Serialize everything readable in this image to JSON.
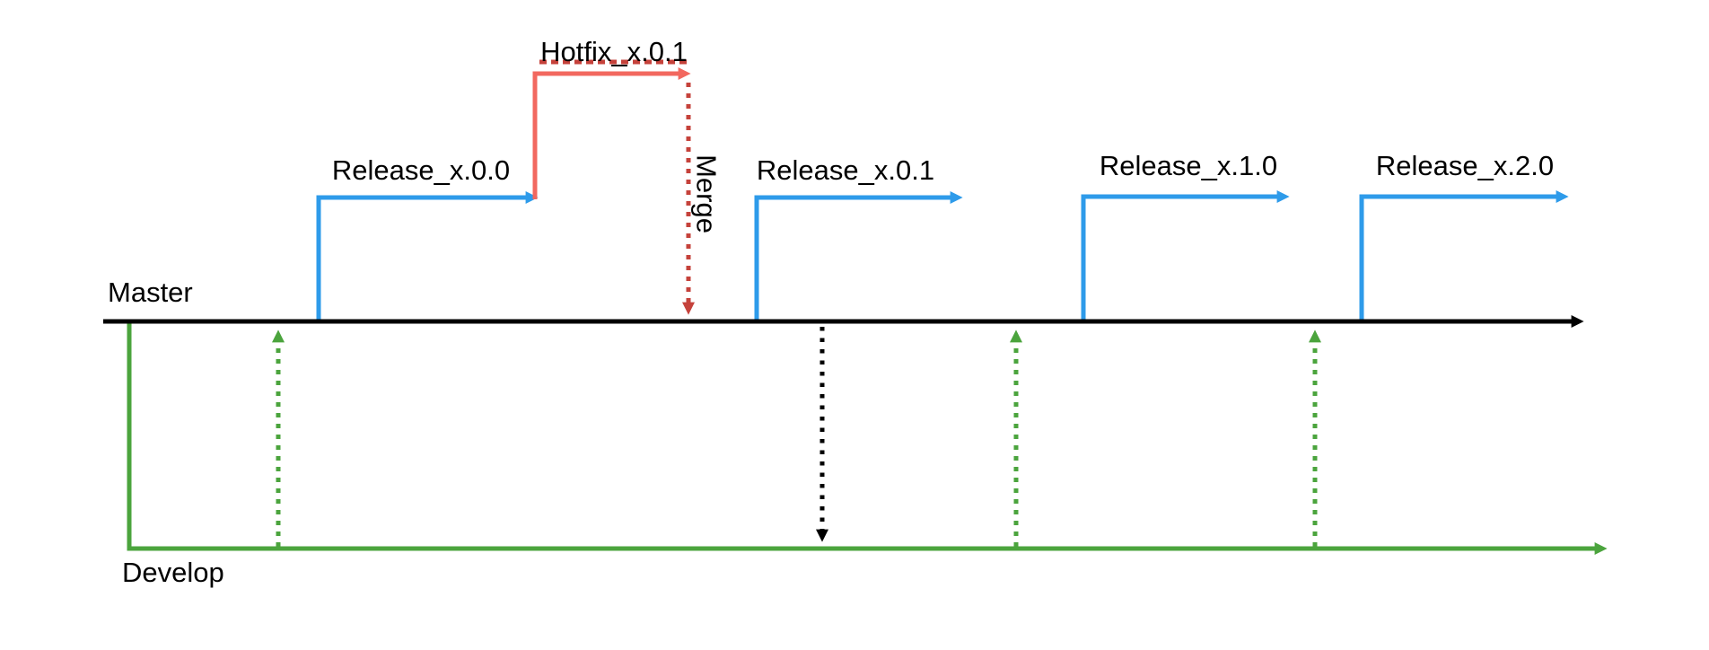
{
  "diagram": {
    "kind": "git-branching-release-diagram",
    "master": {
      "label": "Master"
    },
    "develop": {
      "label": "Develop"
    },
    "releases": [
      {
        "label": "Release_x.0.0"
      },
      {
        "label": "Release_x.0.1"
      },
      {
        "label": "Release_x.1.0"
      },
      {
        "label": "Release_x.2.0"
      }
    ],
    "hotfix": {
      "label": "Hotfix_x.0.1"
    },
    "merge": {
      "label": "Merge"
    }
  },
  "colors": {
    "master_line": "#000000",
    "develop_line": "#4BA43D",
    "release_line": "#2E9BEA",
    "hotfix_line": "#F2685F",
    "merge_dotted": "#C5423B",
    "label_text": "#000000",
    "background": "#FFFFFF"
  }
}
